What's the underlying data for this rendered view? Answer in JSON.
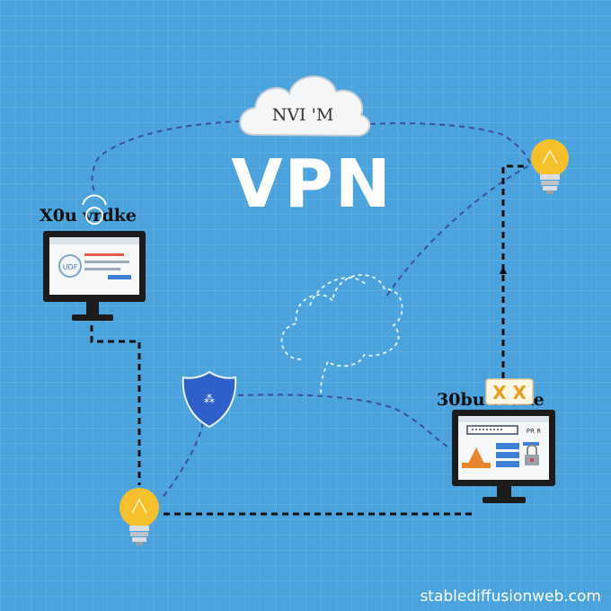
{
  "cloud_label": "NVI 'M",
  "title": "VPN",
  "left_device_label": "X0u vrdke",
  "left_screen_tag": "UDF",
  "right_device_label": "30bu vrdke",
  "right_badge": "X X",
  "right_screen_tag": "PR R",
  "shield_symbol": "⁂",
  "watermark": "stablediffusionweb.com",
  "colors": {
    "background": "#4aa3dc",
    "dash_blue": "#3b4fa0",
    "dash_black": "#111111",
    "bulb": "#f5c02b",
    "shield": "#2f5fc9"
  },
  "icons": [
    "cloud-icon",
    "lightbulb-icon",
    "monitor-icon",
    "shield-icon",
    "headset-icon",
    "padlock-icon"
  ]
}
